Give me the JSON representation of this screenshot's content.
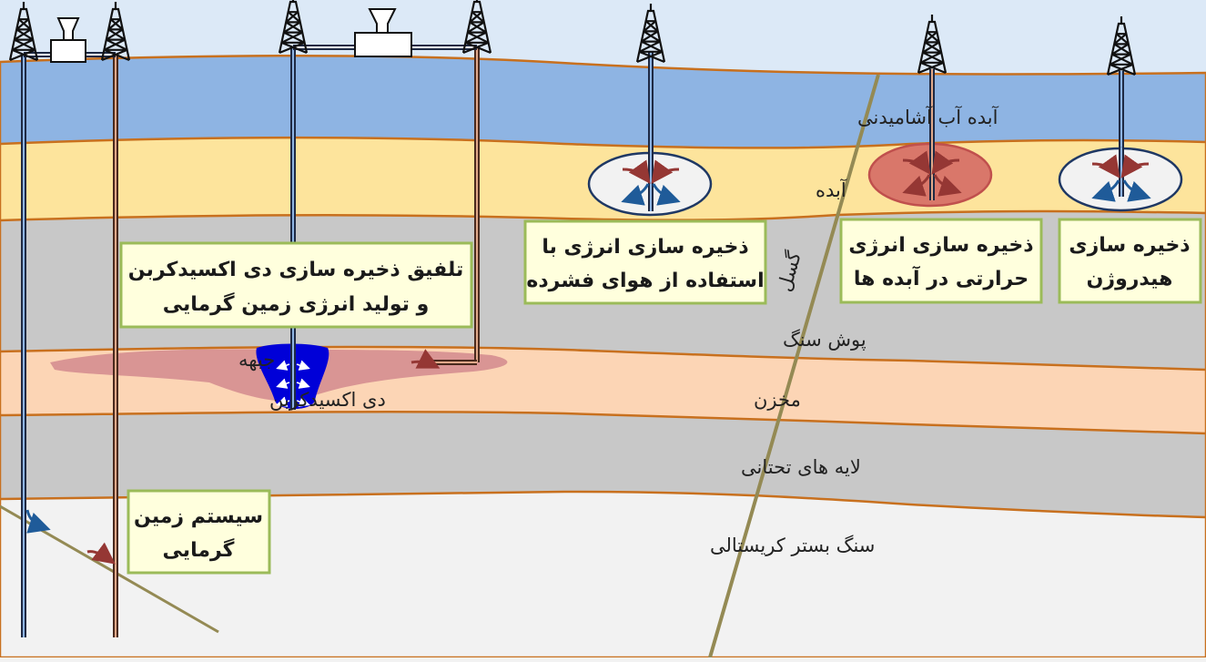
{
  "layers": {
    "unconfined_aquifer": "آبده آب آشامیدنی",
    "aquifer": "آبده",
    "caprock": "پوش سنگ",
    "reservoir": "مخزن",
    "underburden": "لایه های تحتانی",
    "crystalline_basement": "سنگ بستر کریستالی"
  },
  "fault_label": "گسل",
  "co2_front": [
    "جبهه",
    "دی اکسیدکربن"
  ],
  "boxes": {
    "ccs_geothermal": [
      "تلفیق ذخیره سازی دی اکسیدکربن",
      "و تولید انرژی زمین گرمایی"
    ],
    "caes": [
      "ذخیره سازی انرژی با",
      "استفاده از هوای فشرده"
    ],
    "thermal_storage": [
      "ذخیره سازی انرژی",
      "حرارتی در آبده ها"
    ],
    "hydrogen_storage": [
      "ذخیره سازی",
      "هیدروژن"
    ],
    "geothermal_system": [
      "سیستم زمین",
      "گرمایی"
    ]
  },
  "colors": {
    "sky": "#dce9f7",
    "unconfined_aquifer": "#8eb4e3",
    "aquifer": "#fde49c",
    "rock": "#c8c8c8",
    "reservoir": "#fcd5b5",
    "basement": "#f2f2f2",
    "boundary": "#c8701e",
    "fault": "#948a54",
    "box_fill": "#ffffdd",
    "box_border": "#9bbb59",
    "plume": "#0000d8",
    "co2_front": "#d99594",
    "heat_bubble": "#d9776a",
    "arrow_red": "#953734",
    "arrow_blue": "#1f5b99"
  }
}
